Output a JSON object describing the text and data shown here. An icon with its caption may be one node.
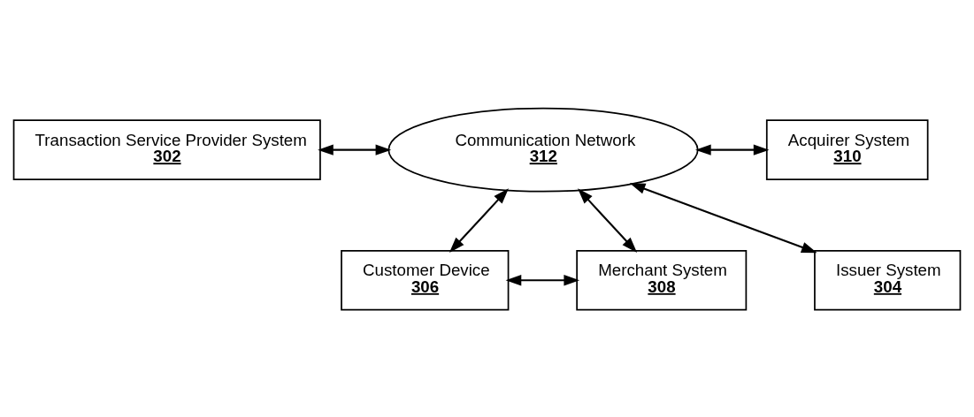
{
  "diagram": {
    "nodes": [
      {
        "text": [
          "Transaction Service Provider System",
          "302"
        ]
      },
      {
        "text": [
          "Communication Network",
          "312"
        ]
      },
      {
        "text": [
          "Acquirer System",
          "310"
        ]
      },
      {
        "text": [
          "Issuer System",
          "304"
        ]
      },
      {
        "text": [
          "Customer Device",
          "306"
        ]
      },
      {
        "text": [
          "Merchant System",
          "308"
        ]
      }
    ],
    "edges": [
      {
        "from": 0,
        "to": 1,
        "arrow": "both"
      },
      {
        "from": 1,
        "to": 2,
        "arrow": "both"
      },
      {
        "from": 3,
        "to": 1,
        "arrow": "both"
      },
      {
        "from": 1,
        "to": 4,
        "arrow": "both"
      },
      {
        "from": 1,
        "to": 5,
        "arrow": "both"
      },
      {
        "from": 4,
        "to": 5,
        "arrow": "both"
      }
    ]
  }
}
